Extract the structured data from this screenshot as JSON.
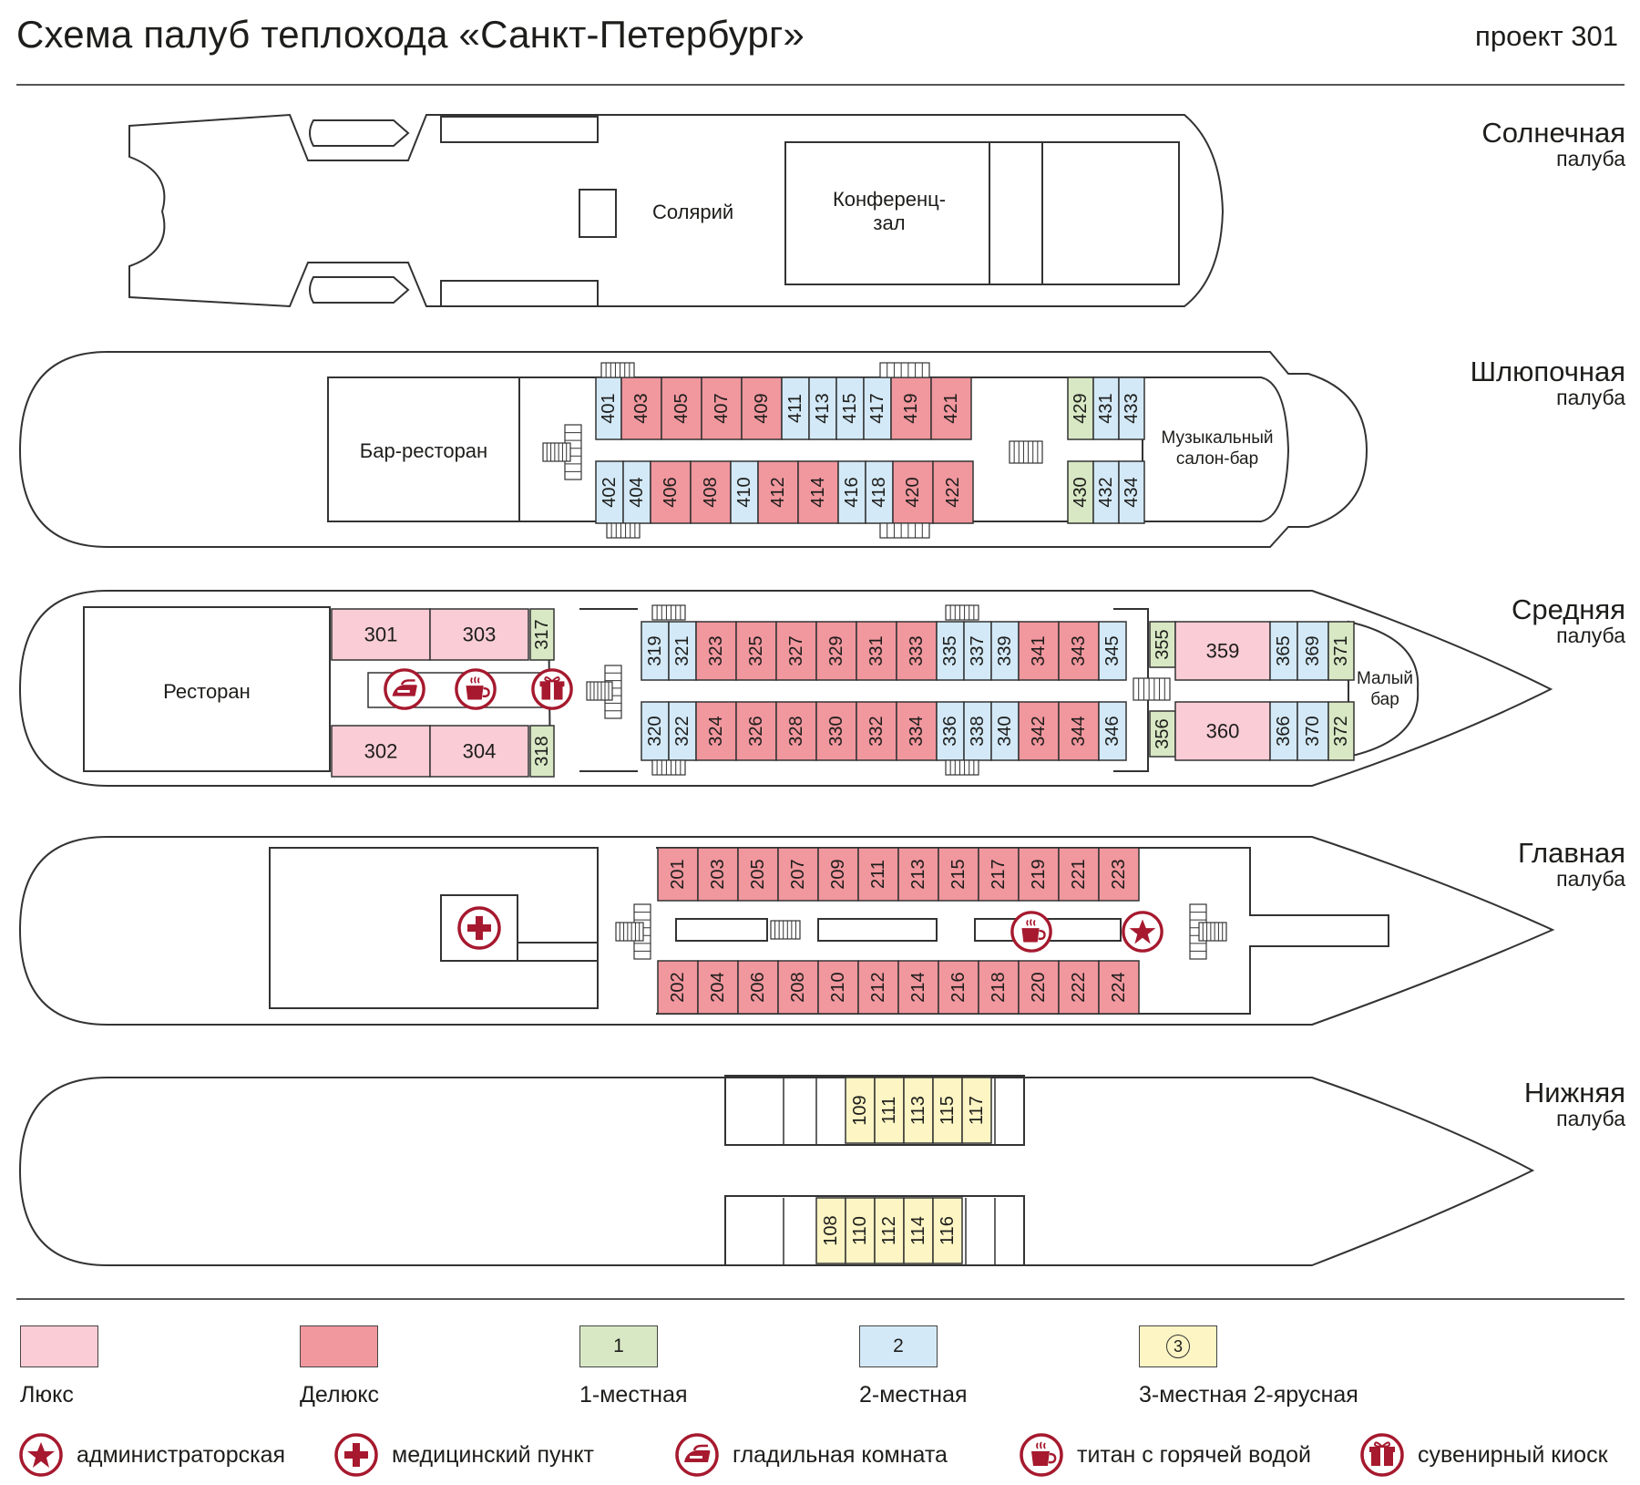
{
  "header": {
    "title": "Схема палуб теплохода «Санкт-Петербург»",
    "project": "проект 301"
  },
  "colors": {
    "lux": "#f9ccd6",
    "deluxe": "#f1979e",
    "single": "#d8e8c4",
    "double": "#d3e9f7",
    "triple": "#fdf5c4",
    "icon": "#a6192e",
    "line": "#333333"
  },
  "decks": {
    "sun": {
      "name": "Солнечная",
      "sub": "палуба",
      "solarium": "Солярий",
      "conf1": "Конференц-",
      "conf2": "зал"
    },
    "boat": {
      "name": "Шлюпочная",
      "sub": "палуба",
      "bar": "Бар-ресторан",
      "salon1": "Музыкальный",
      "salon2": "салон-бар",
      "top": [
        [
          "401",
          "double"
        ],
        [
          "403",
          "deluxe"
        ],
        [
          "405",
          "deluxe"
        ],
        [
          "407",
          "deluxe"
        ],
        [
          "409",
          "deluxe"
        ],
        [
          "411",
          "double"
        ],
        [
          "413",
          "double"
        ],
        [
          "415",
          "double"
        ],
        [
          "417",
          "double"
        ],
        [
          "419",
          "deluxe"
        ],
        [
          "421",
          "deluxe"
        ]
      ],
      "bottom": [
        [
          "402",
          "double"
        ],
        [
          "404",
          "double"
        ],
        [
          "406",
          "deluxe"
        ],
        [
          "408",
          "deluxe"
        ],
        [
          "410",
          "double"
        ],
        [
          "412",
          "deluxe"
        ],
        [
          "414",
          "deluxe"
        ],
        [
          "416",
          "double"
        ],
        [
          "418",
          "double"
        ],
        [
          "420",
          "deluxe"
        ],
        [
          "422",
          "deluxe"
        ]
      ],
      "aft_top": [
        [
          "429",
          "single"
        ],
        [
          "431",
          "double"
        ],
        [
          "433",
          "double"
        ]
      ],
      "aft_bottom": [
        [
          "430",
          "single"
        ],
        [
          "432",
          "double"
        ],
        [
          "434",
          "double"
        ]
      ]
    },
    "middle": {
      "name": "Средняя",
      "sub": "палуба",
      "restaurant": "Ресторан",
      "small_bar1": "Малый",
      "small_bar2": "бар",
      "lux_top": [
        [
          "301",
          "lux"
        ],
        [
          "303",
          "lux"
        ]
      ],
      "lux_bottom": [
        [
          "302",
          "lux"
        ],
        [
          "304",
          "lux"
        ]
      ],
      "s317": [
        "317",
        "single"
      ],
      "s318": [
        "318",
        "single"
      ],
      "top": [
        [
          "319",
          "double"
        ],
        [
          "321",
          "double"
        ],
        [
          "323",
          "deluxe"
        ],
        [
          "325",
          "deluxe"
        ],
        [
          "327",
          "deluxe"
        ],
        [
          "329",
          "deluxe"
        ],
        [
          "331",
          "deluxe"
        ],
        [
          "333",
          "deluxe"
        ],
        [
          "335",
          "double"
        ],
        [
          "337",
          "double"
        ],
        [
          "339",
          "double"
        ],
        [
          "341",
          "deluxe"
        ],
        [
          "343",
          "deluxe"
        ],
        [
          "345",
          "double"
        ]
      ],
      "bottom": [
        [
          "320",
          "double"
        ],
        [
          "322",
          "double"
        ],
        [
          "324",
          "deluxe"
        ],
        [
          "326",
          "deluxe"
        ],
        [
          "328",
          "deluxe"
        ],
        [
          "330",
          "deluxe"
        ],
        [
          "332",
          "deluxe"
        ],
        [
          "334",
          "deluxe"
        ],
        [
          "336",
          "double"
        ],
        [
          "338",
          "double"
        ],
        [
          "340",
          "double"
        ],
        [
          "342",
          "deluxe"
        ],
        [
          "344",
          "deluxe"
        ],
        [
          "346",
          "double"
        ]
      ],
      "s355": [
        "355",
        "single"
      ],
      "s356": [
        "356",
        "single"
      ],
      "l359": [
        "359",
        "lux"
      ],
      "l360": [
        "360",
        "lux"
      ],
      "aft_top": [
        [
          "365",
          "double"
        ],
        [
          "369",
          "double"
        ],
        [
          "371",
          "single"
        ]
      ],
      "aft_bottom": [
        [
          "366",
          "double"
        ],
        [
          "370",
          "double"
        ],
        [
          "372",
          "single"
        ]
      ]
    },
    "main": {
      "name": "Главная",
      "sub": "палуба",
      "top": [
        "201",
        "203",
        "205",
        "207",
        "209",
        "211",
        "213",
        "215",
        "217",
        "219",
        "221",
        "223"
      ],
      "bottom": [
        "202",
        "204",
        "206",
        "208",
        "210",
        "212",
        "214",
        "216",
        "218",
        "220",
        "222",
        "224"
      ]
    },
    "lower": {
      "name": "Нижняя",
      "sub": "палуба",
      "top": [
        "109",
        "111",
        "113",
        "115",
        "117"
      ],
      "bottom": [
        "108",
        "110",
        "112",
        "114",
        "116"
      ]
    }
  },
  "legend": {
    "categories": [
      {
        "label": "Люкс",
        "mark": "",
        "color": "#f9ccd6"
      },
      {
        "label": "Делюкс",
        "mark": "",
        "color": "#f1979e"
      },
      {
        "label": "1-местная",
        "mark": "1",
        "color": "#d8e8c4"
      },
      {
        "label": "2-местная",
        "mark": "2",
        "color": "#d3e9f7"
      },
      {
        "label": "3-местная 2-ярусная",
        "mark": "3",
        "color": "#fdf5c4"
      }
    ],
    "symbols": [
      {
        "label": "администраторская",
        "icon": "star-icon"
      },
      {
        "label": "медицинский пункт",
        "icon": "medical-cross-icon"
      },
      {
        "label": "гладильная комната",
        "icon": "iron-icon"
      },
      {
        "label": "титан с горячей водой",
        "icon": "hot-water-cup-icon"
      },
      {
        "label": "сувенирный киоск",
        "icon": "gift-icon"
      }
    ]
  }
}
